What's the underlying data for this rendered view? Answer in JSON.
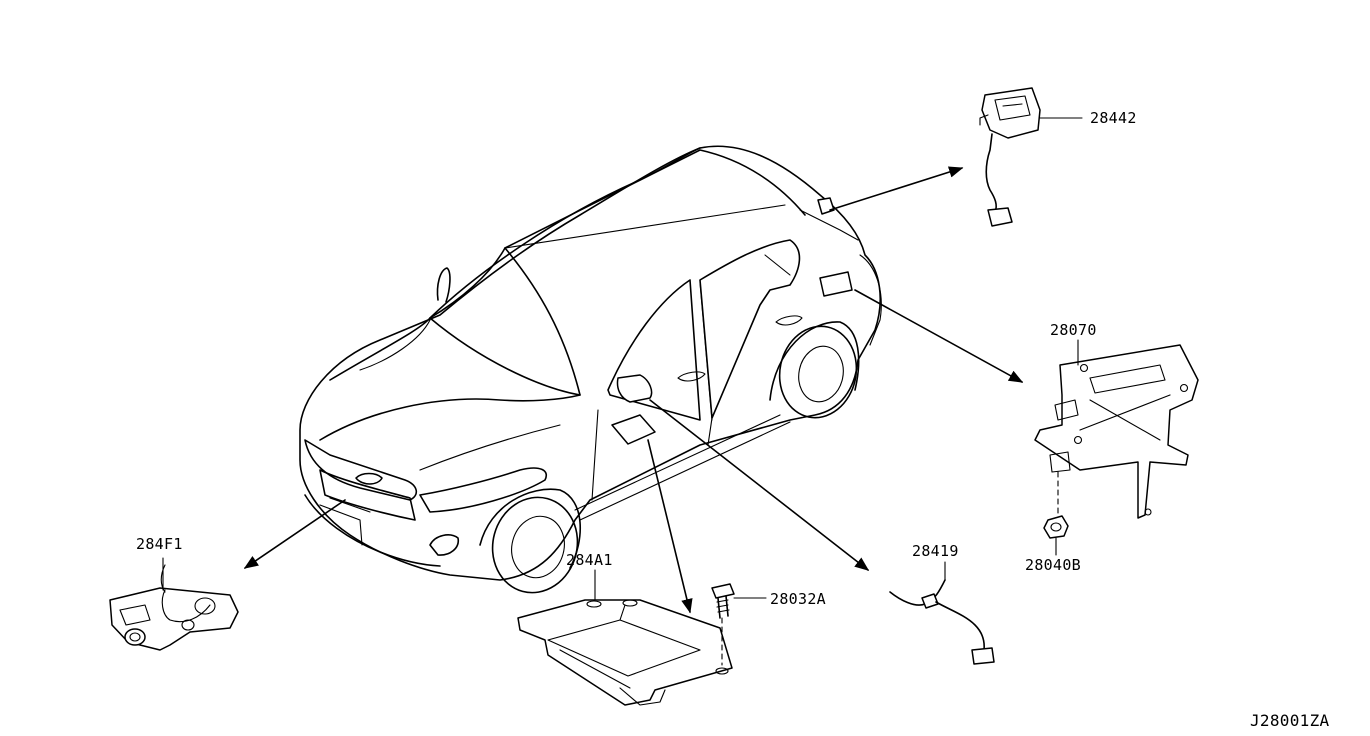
{
  "diagram_id": "J28001ZA",
  "parts": [
    {
      "part_number": "28442"
    },
    {
      "part_number": "28070"
    },
    {
      "part_number": "28040B"
    },
    {
      "part_number": "28419"
    },
    {
      "part_number": "284A1"
    },
    {
      "part_number": "28032A"
    },
    {
      "part_number": "284F1"
    }
  ]
}
